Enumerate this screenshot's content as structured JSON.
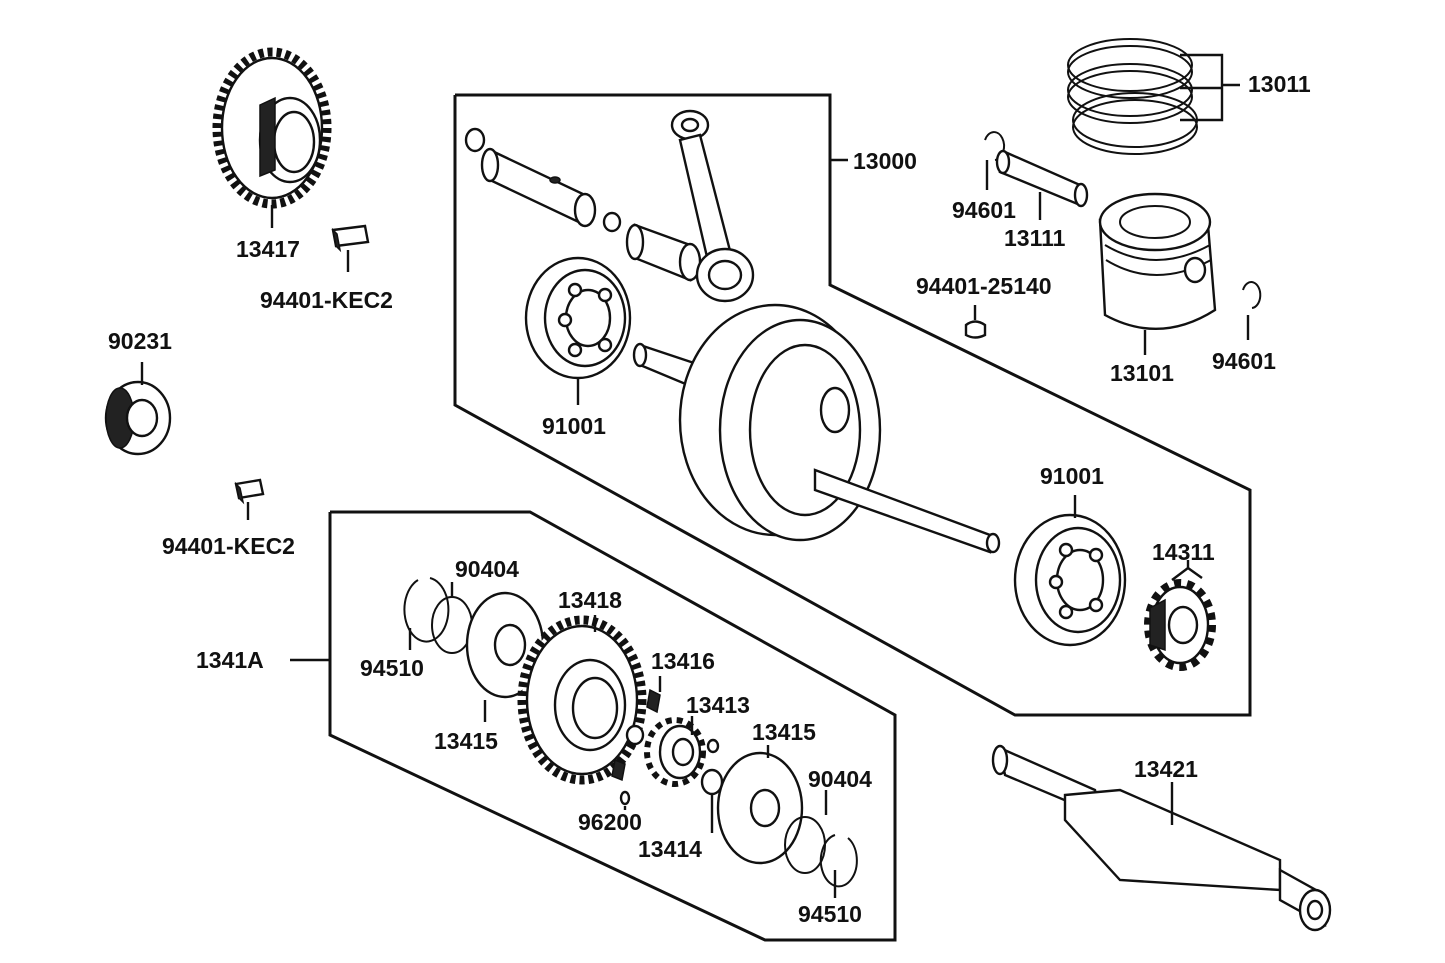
{
  "labels": {
    "p13011": "13011",
    "p13000": "13000",
    "p94601_top": "94601",
    "p13111": "13111",
    "p94401_25140": "94401-25140",
    "p13101": "13101",
    "p94601_right": "94601",
    "p13417": "13417",
    "p94401_kec2_top": "94401-KEC2",
    "p90231": "90231",
    "p91001_left": "91001",
    "p91001_right": "91001",
    "p94401_kec2_mid": "94401-KEC2",
    "p14311": "14311",
    "p90404_top": "90404",
    "p13418": "13418",
    "p1341a": "1341A",
    "p94510_left": "94510",
    "p13416": "13416",
    "p13413": "13413",
    "p13415_left": "13415",
    "p13415_right": "13415",
    "p90404_right": "90404",
    "p96200": "96200",
    "p13414": "13414",
    "p94510_bottom": "94510",
    "p13421": "13421"
  },
  "colors": {
    "ink": "#111111",
    "background": "#ffffff"
  }
}
